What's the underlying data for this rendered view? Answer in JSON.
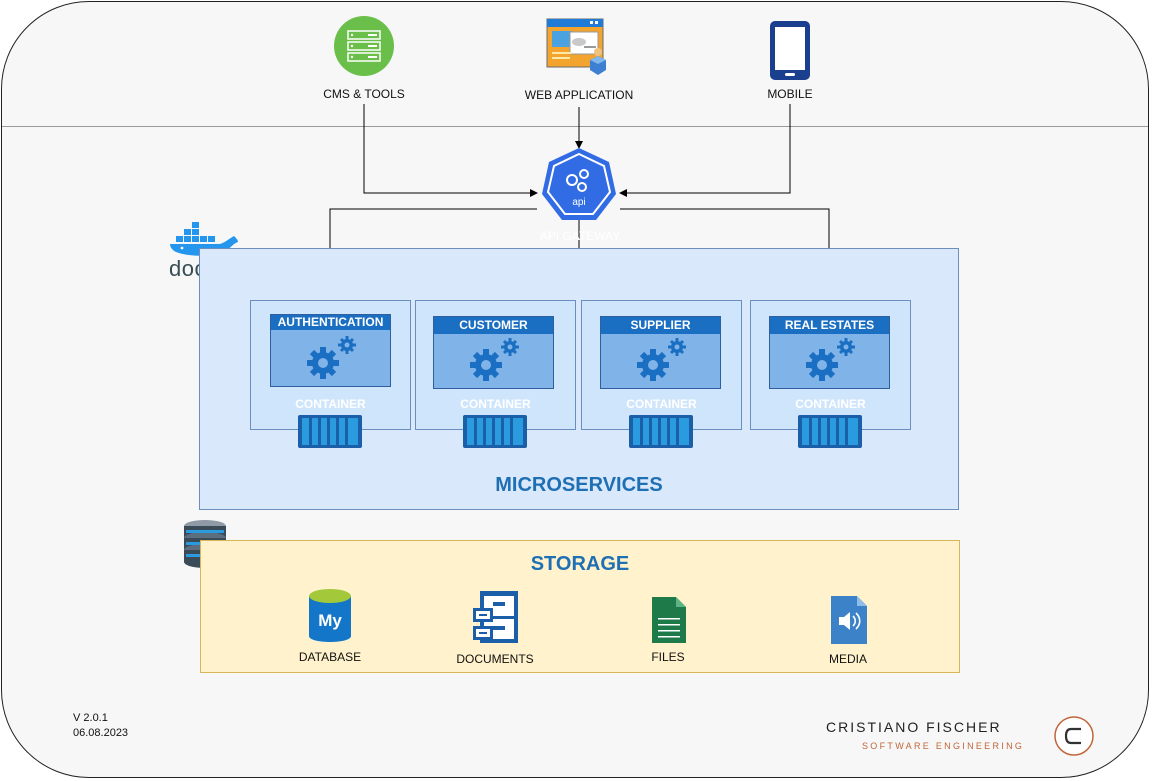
{
  "clients": {
    "cms_label": "CMS & TOOLS",
    "web_label": "WEB APPLICATION",
    "mobile_label": "MOBILE"
  },
  "gateway": {
    "icon_text": "api",
    "label": "API GATEWAY"
  },
  "docker": {
    "logo_text": "docker"
  },
  "microservices": {
    "title": "MICROSERVICES",
    "services": [
      {
        "name": "AUTHENTICATION",
        "container_label": "CONTAINER"
      },
      {
        "name": "CUSTOMER",
        "container_label": "CONTAINER"
      },
      {
        "name": "SUPPLIER",
        "container_label": "CONTAINER"
      },
      {
        "name": "REAL ESTATES",
        "container_label": "CONTAINER"
      }
    ]
  },
  "storage": {
    "title": "STORAGE",
    "items": [
      {
        "label": "DATABASE",
        "icon": "mysql-icon"
      },
      {
        "label": "DOCUMENTS",
        "icon": "file-cabinet-icon"
      },
      {
        "label": "FILES",
        "icon": "document-icon"
      },
      {
        "label": "MEDIA",
        "icon": "audio-file-icon"
      }
    ]
  },
  "meta": {
    "version": "V 2.0.1",
    "date": "06.08.2023"
  },
  "brand": {
    "name": "CRISTIANO FISCHER",
    "subtitle": "SOFTWARE ENGINEERING",
    "logo_letter": "C"
  },
  "colors": {
    "frame_bg": "#f7f7f7",
    "ms_fill": "#dae8fc",
    "ms_border": "#6c8ebf",
    "service_header": "#1b6fc2",
    "storage_fill": "#fff2cc",
    "storage_border": "#d6b656",
    "title_blue": "#1f6fb5",
    "gateway_blue": "#326ce5",
    "brand_accent": "#c0663a"
  }
}
